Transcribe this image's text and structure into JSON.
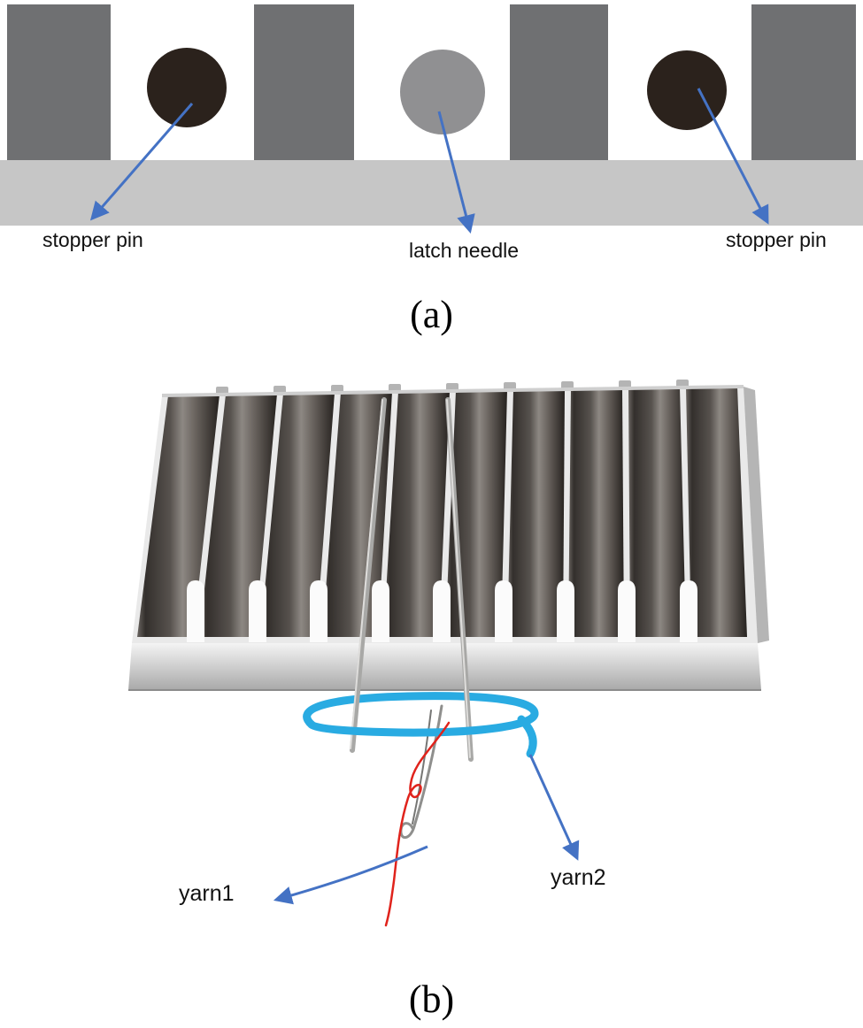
{
  "colors": {
    "arrow_blue": "#4472c4",
    "yarn_red": "#e0231c",
    "yarn_blue": "#29abe2",
    "block_gray": "#6f7072",
    "base_gray": "#c6c6c6",
    "pin_dark": "#2b221c",
    "latch_needle_gray": "#909092",
    "needle_gray": "#a8a8a6"
  },
  "panel_a": {
    "caption": "(a)",
    "labels": {
      "stopper_pin_left": "stopper pin",
      "latch_needle": "latch needle",
      "stopper_pin_right": "stopper pin"
    }
  },
  "panel_b": {
    "caption": "(b)",
    "labels": {
      "yarn1": "yarn1",
      "yarn2": "yarn2"
    }
  }
}
